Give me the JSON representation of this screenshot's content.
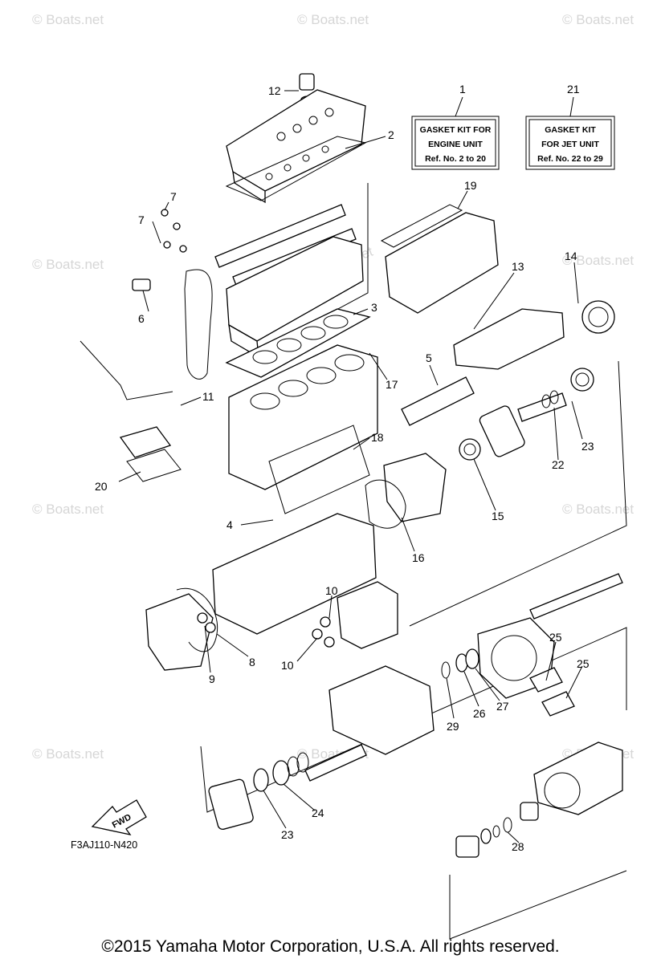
{
  "watermarks": [
    "© Boats.net",
    "© Boats.net",
    "© Boats.net",
    "© Boats.net",
    "© Boats.net",
    "© Boats.net",
    "© Boats.net",
    "© Boats.net",
    "© Boats.net",
    "© Boats.net"
  ],
  "center_watermark": "© Boats.net",
  "gasket_boxes": [
    {
      "ref": "1",
      "lines": [
        "GASKET KIT FOR",
        "ENGINE UNIT",
        "Ref. No. 2 to 20"
      ]
    },
    {
      "ref": "21",
      "lines": [
        "GASKET KIT",
        "FOR JET UNIT",
        "Ref. No. 22 to 29"
      ]
    }
  ],
  "callouts": [
    "12",
    "2",
    "7",
    "7",
    "6",
    "19",
    "13",
    "14",
    "3",
    "17",
    "11",
    "5",
    "18",
    "20",
    "23",
    "22",
    "15",
    "4",
    "16",
    "10",
    "10",
    "8",
    "9",
    "25",
    "25",
    "29",
    "26",
    "27",
    "24",
    "23",
    "28"
  ],
  "fwd_label": "FWD",
  "diagram_code": "F3AJ110-N420",
  "copyright": "©2015 Yamaha Motor Corporation, U.S.A. All rights reserved."
}
